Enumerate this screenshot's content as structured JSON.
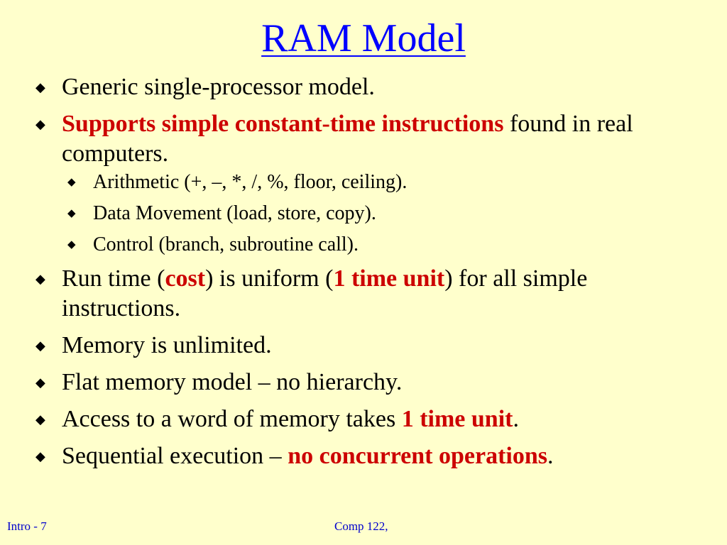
{
  "slide": {
    "title": "RAM Model",
    "bullet_icon": "diamond-bullet-icon",
    "colors": {
      "background": "#ffffcc",
      "title": "#0000ff",
      "emphasis": "#cc0000",
      "footer": "#0000cc"
    },
    "bullets": [
      {
        "text": "Generic single-processor model."
      },
      {
        "emph": "Supports simple constant-time instructions",
        "rest": " found in real computers.",
        "sub": [
          "Arithmetic (+, –, *, /, %, floor, ceiling).",
          "Data Movement (load, store, copy).",
          "Control (branch, subroutine call)."
        ]
      },
      {
        "pre": "Run time (",
        "emph1": "cost",
        "mid": ") is uniform (",
        "emph2": "1 time unit",
        "post": ") for all simple instructions."
      },
      {
        "text": "Memory is unlimited."
      },
      {
        "text": "Flat memory model – no hierarchy."
      },
      {
        "pre": "Access to a word of memory takes ",
        "emph": "1 time unit",
        "post": "."
      },
      {
        "pre": "Sequential execution – ",
        "emph": "no concurrent operations",
        "post": "."
      }
    ]
  },
  "footer": {
    "left": "Intro - 7",
    "center": "Comp 122,"
  }
}
